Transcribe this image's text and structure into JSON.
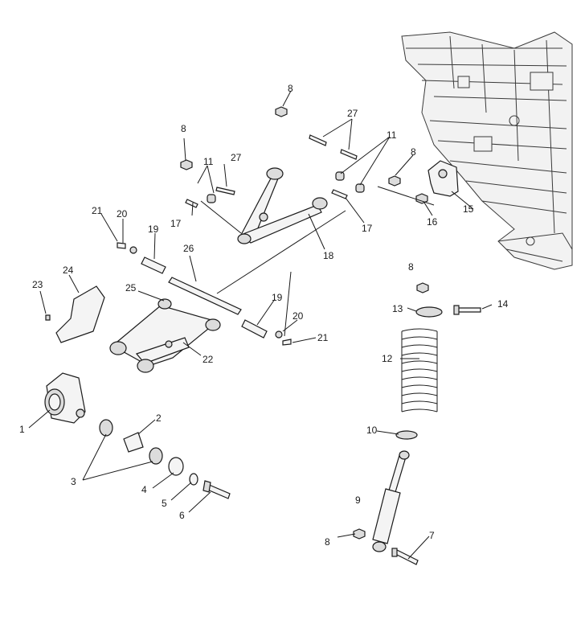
{
  "callouts": {
    "c1": "1",
    "c2": "2",
    "c3": "3",
    "c4": "4",
    "c5": "5",
    "c6": "6",
    "c7": "7",
    "c8a": "8",
    "c8b": "8",
    "c8c": "8",
    "c8d": "8",
    "c8e": "8",
    "c9": "9",
    "c10": "10",
    "c11a": "11",
    "c11b": "11",
    "c12": "12",
    "c13": "13",
    "c14": "14",
    "c15": "15",
    "c16": "16",
    "c17a": "17",
    "c17b": "17",
    "c18": "18",
    "c19a": "19",
    "c19b": "19",
    "c20a": "20",
    "c20b": "20",
    "c21a": "21",
    "c21b": "21",
    "c22": "22",
    "c23": "23",
    "c24": "24",
    "c25": "25",
    "c26": "26",
    "c27a": "27",
    "c27b": "27"
  }
}
